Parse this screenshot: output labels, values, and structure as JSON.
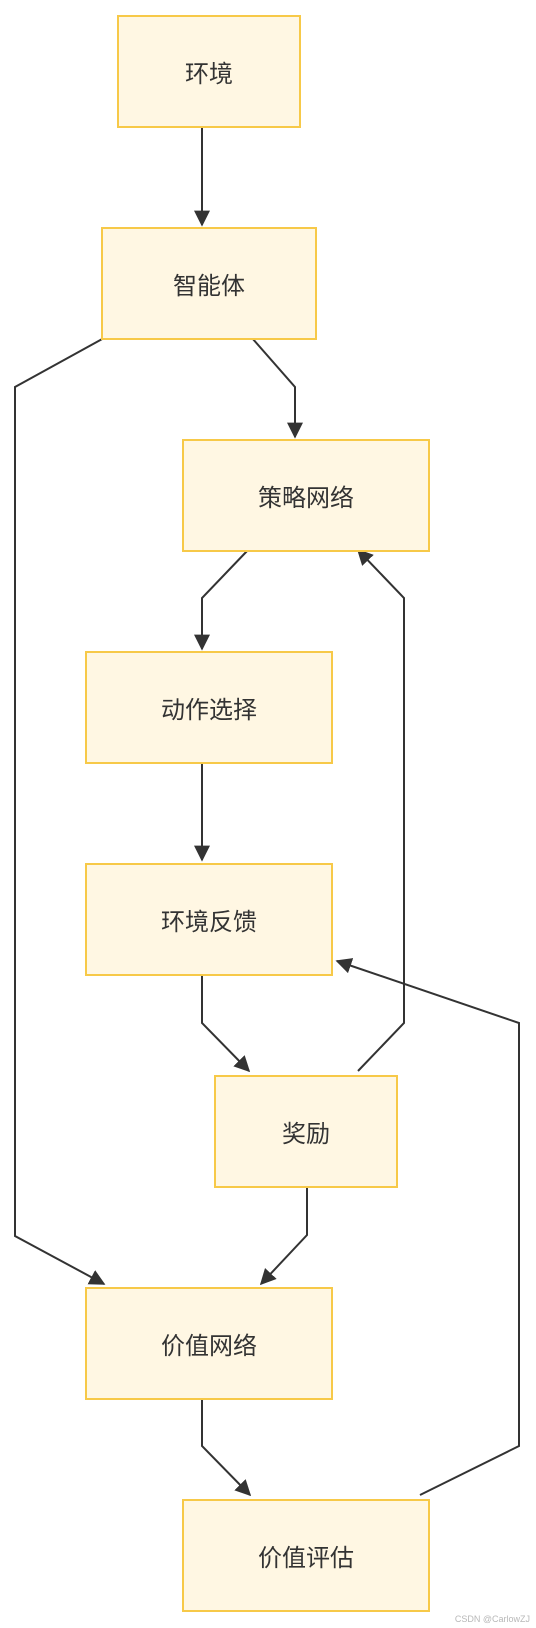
{
  "diagram": {
    "type": "flowchart",
    "node_fill": "#fff7e3",
    "node_border": "#f7c948",
    "edge_color": "#333333",
    "nodes": {
      "env": "环境",
      "agent": "智能体",
      "policy_net": "策略网络",
      "action_select": "动作选择",
      "env_feedback": "环境反馈",
      "reward": "奖励",
      "value_net": "价值网络",
      "value_eval": "价值评估"
    },
    "edges": [
      {
        "from": "环境",
        "to": "智能体"
      },
      {
        "from": "智能体",
        "to": "策略网络"
      },
      {
        "from": "智能体",
        "to": "价值网络"
      },
      {
        "from": "策略网络",
        "to": "动作选择"
      },
      {
        "from": "动作选择",
        "to": "环境反馈"
      },
      {
        "from": "环境反馈",
        "to": "奖励"
      },
      {
        "from": "奖励",
        "to": "策略网络"
      },
      {
        "from": "奖励",
        "to": "价值网络"
      },
      {
        "from": "价值网络",
        "to": "价值评估"
      },
      {
        "from": "价值评估",
        "to": "环境反馈"
      }
    ]
  },
  "watermark": "CSDN @CarlowZJ"
}
